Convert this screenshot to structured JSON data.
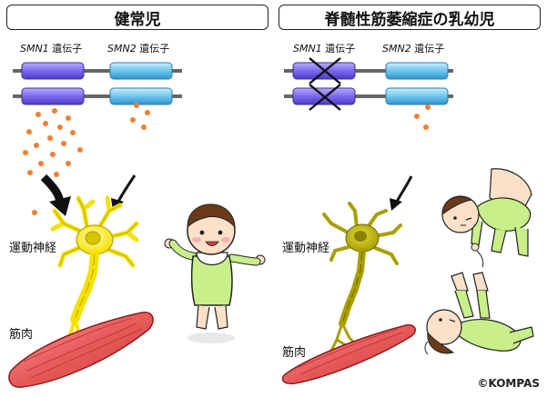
{
  "left_panel": {
    "title": "健常児",
    "gene1_label": "SMN1",
    "gene2_label": "SMN2",
    "gene_suffix": "遺伝子",
    "motor_neuron_label": "運動神経",
    "muscle_label": "筋肉"
  },
  "right_panel": {
    "title": "脊髄性筋萎縮症の乳幼児",
    "gene1_label": "SMN1",
    "gene2_label": "SMN2",
    "gene_suffix": "遺伝子",
    "motor_neuron_label": "運動神経",
    "muscle_label": "筋肉"
  },
  "credit": "©KOMPAS",
  "colors": {
    "smn1_gene": "#7b68ee",
    "smn2_gene": "#6ec6f0",
    "protein_dot": "#f08030",
    "neuron_healthy": "#f5e100",
    "neuron_sma": "#b8b000",
    "muscle": "#e85a5a",
    "baby_outfit": "#c8ef8a"
  }
}
